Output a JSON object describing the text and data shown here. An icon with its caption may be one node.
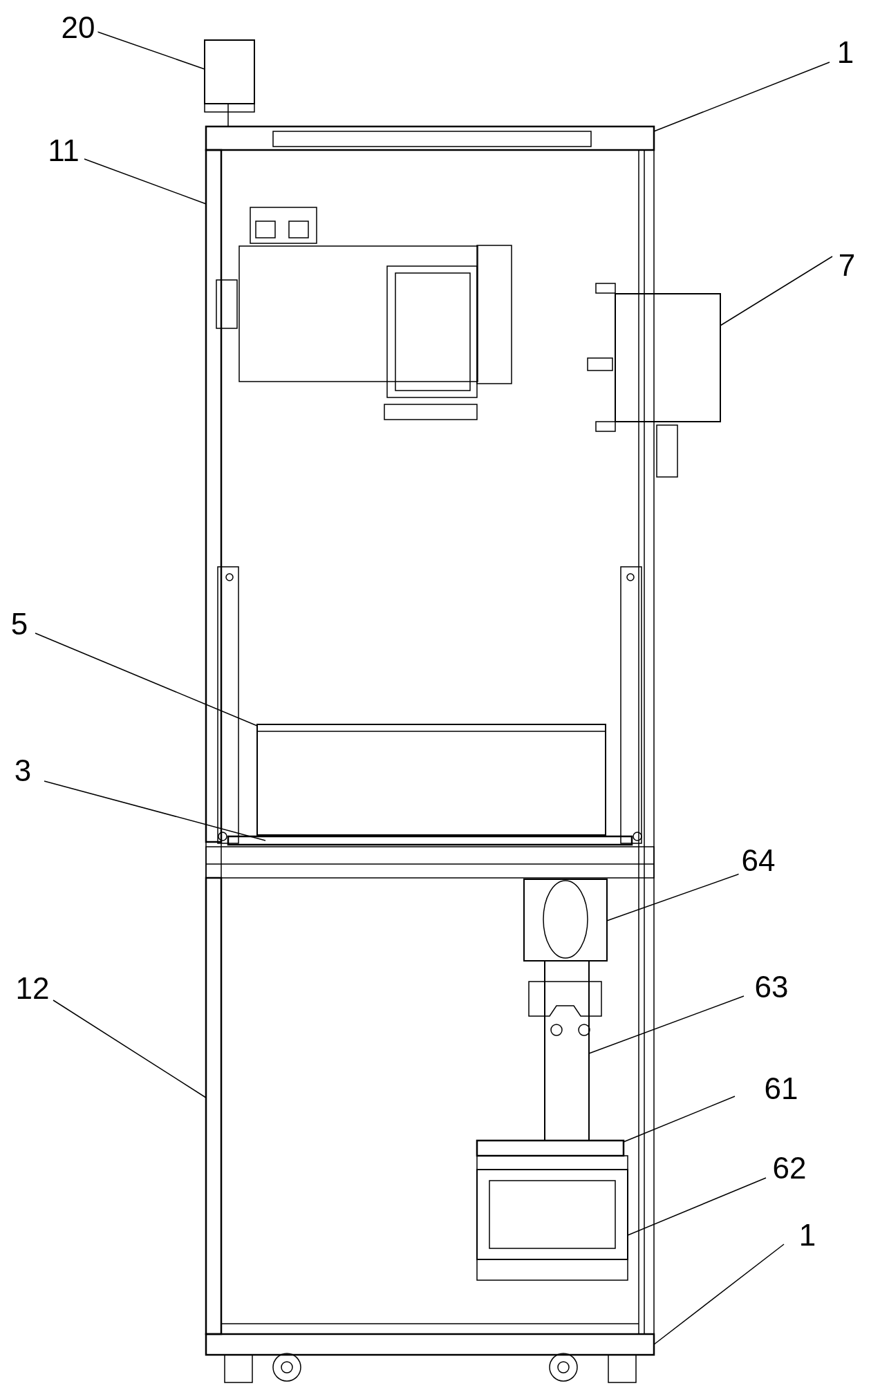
{
  "diagram": {
    "nodes": [
      {
        "text": [
          "20"
        ]
      },
      {
        "text": [
          "1"
        ]
      },
      {
        "text": [
          "11"
        ]
      },
      {
        "text": [
          "7"
        ]
      },
      {
        "text": [
          "5"
        ]
      },
      {
        "text": [
          "3"
        ]
      },
      {
        "text": [
          "64"
        ]
      },
      {
        "text": [
          "12"
        ]
      },
      {
        "text": [
          "63"
        ]
      },
      {
        "text": [
          "61"
        ]
      },
      {
        "text": [
          "62"
        ]
      },
      {
        "text": [
          "1"
        ]
      },
      {
        "text": [],
        "shape": "box"
      },
      {
        "text": [],
        "shape": "bar"
      },
      {
        "text": [],
        "shape": "bar"
      },
      {
        "text": [],
        "shape": "box"
      },
      {
        "text": [],
        "shape": "box"
      },
      {
        "text": [],
        "shape": "bar"
      },
      {
        "text": [],
        "shape": "box"
      },
      {
        "text": [],
        "shape": "bar"
      },
      {
        "text": [],
        "shape": "box"
      },
      {
        "text": [],
        "shape": "bar"
      },
      {
        "text": [],
        "shape": "box"
      },
      {
        "text": [],
        "shape": "bar"
      }
    ],
    "edges": [
      {
        "from": 0,
        "to": 12,
        "arrow": "none"
      },
      {
        "from": 1,
        "to": 13,
        "arrow": "none"
      },
      {
        "from": 2,
        "to": 14,
        "arrow": "none"
      },
      {
        "from": 3,
        "to": 15,
        "arrow": "none"
      },
      {
        "from": 4,
        "to": 16,
        "arrow": "none"
      },
      {
        "from": 5,
        "to": 17,
        "arrow": "none"
      },
      {
        "from": 6,
        "to": 18,
        "arrow": "none"
      },
      {
        "from": 7,
        "to": 19,
        "arrow": "none"
      },
      {
        "from": 8,
        "to": 20,
        "arrow": "none"
      },
      {
        "from": 9,
        "to": 21,
        "arrow": "none"
      },
      {
        "from": 10,
        "to": 22,
        "arrow": "none"
      },
      {
        "from": 11,
        "to": 23,
        "arrow": "none"
      }
    ]
  }
}
